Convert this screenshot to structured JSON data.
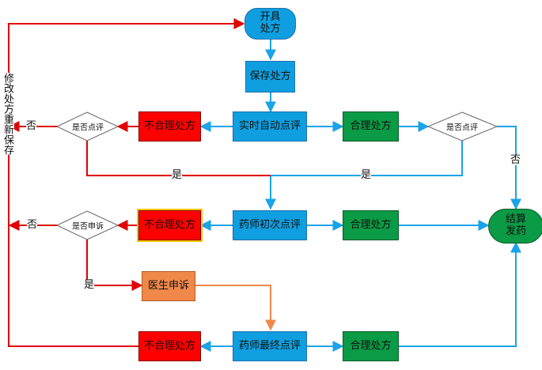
{
  "nodes": {
    "start": "开具\n处方",
    "save": "保存处方",
    "realtime_review": "实时自动点评",
    "unreasonable_1": "不合理处方",
    "reasonable_1": "合理处方",
    "initial_review": "药师初次点评",
    "unreasonable_2": "不合理处方",
    "reasonable_2": "合理处方",
    "doctor_appeal": "医生申诉",
    "final_review": "药师最终点评",
    "unreasonable_3": "不合理处方",
    "reasonable_3": "合理处方",
    "end": "结算\n发药"
  },
  "decisions": {
    "review_left": "是否点评",
    "review_right": "是否点评",
    "appeal": "是否申诉"
  },
  "edge_labels": {
    "no_left_1": "否",
    "no_left_2": "否",
    "no_right": "否",
    "yes_left": "是",
    "yes_right": "是",
    "yes_appeal": "是"
  },
  "side_label": "修改处方重新保存",
  "colors": {
    "blue": "#0f9fe0",
    "red": "#ff0000",
    "green": "#0b9a45",
    "orange": "#f0884a",
    "line_blue": "#1aa3e8",
    "line_red": "#e00000",
    "line_orange": "#f0884a"
  }
}
